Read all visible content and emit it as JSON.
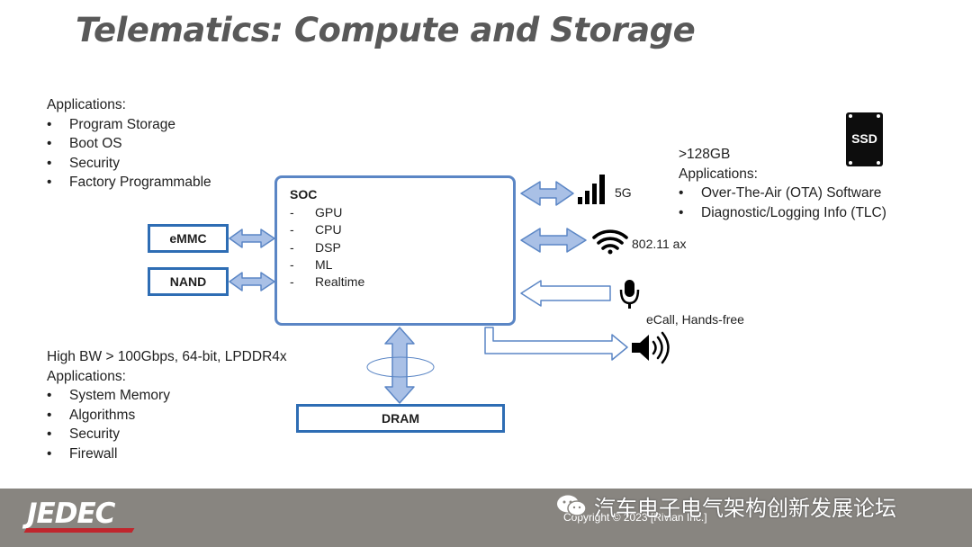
{
  "slide": {
    "title": "Telematics:  Compute and Storage"
  },
  "top_left_block": {
    "heading": "Applications:",
    "items": [
      "Program Storage",
      "Boot OS",
      "Security",
      "Factory Programmable"
    ]
  },
  "ssd_block": {
    "capacity": ">128GB",
    "heading": "Applications:",
    "items": [
      "Over-The-Air (OTA) Software",
      "Diagnostic/Logging Info (TLC)"
    ],
    "icon_label": "SSD"
  },
  "soc": {
    "title": "SOC",
    "items": [
      "GPU",
      "CPU",
      "DSP",
      "ML",
      "Realtime"
    ]
  },
  "memory_boxes": {
    "emmc": "eMMC",
    "nand": "NAND",
    "dram": "DRAM"
  },
  "peripherals": {
    "cellular_label": "5G",
    "wifi_label": "802.11 ax",
    "mic_label": "eCall, Hands-free"
  },
  "bottom_left_block": {
    "spec": "High BW  > 100Gbps, 64-bit, LPDDR4x",
    "heading": "Applications:",
    "items": [
      "System Memory",
      "Algorithms",
      "Security",
      "Firewall"
    ]
  },
  "footer": {
    "logo": "JEDEC",
    "copyright": "Copyright © 2023 [Rivian Inc.]",
    "watermark": "汽车电子电气架构创新发展论坛"
  },
  "colors": {
    "arrow_fill": "#a9c0e6",
    "arrow_stroke": "#5b86c5",
    "box_border": "#2e6db4",
    "footer_bg": "#888580"
  }
}
